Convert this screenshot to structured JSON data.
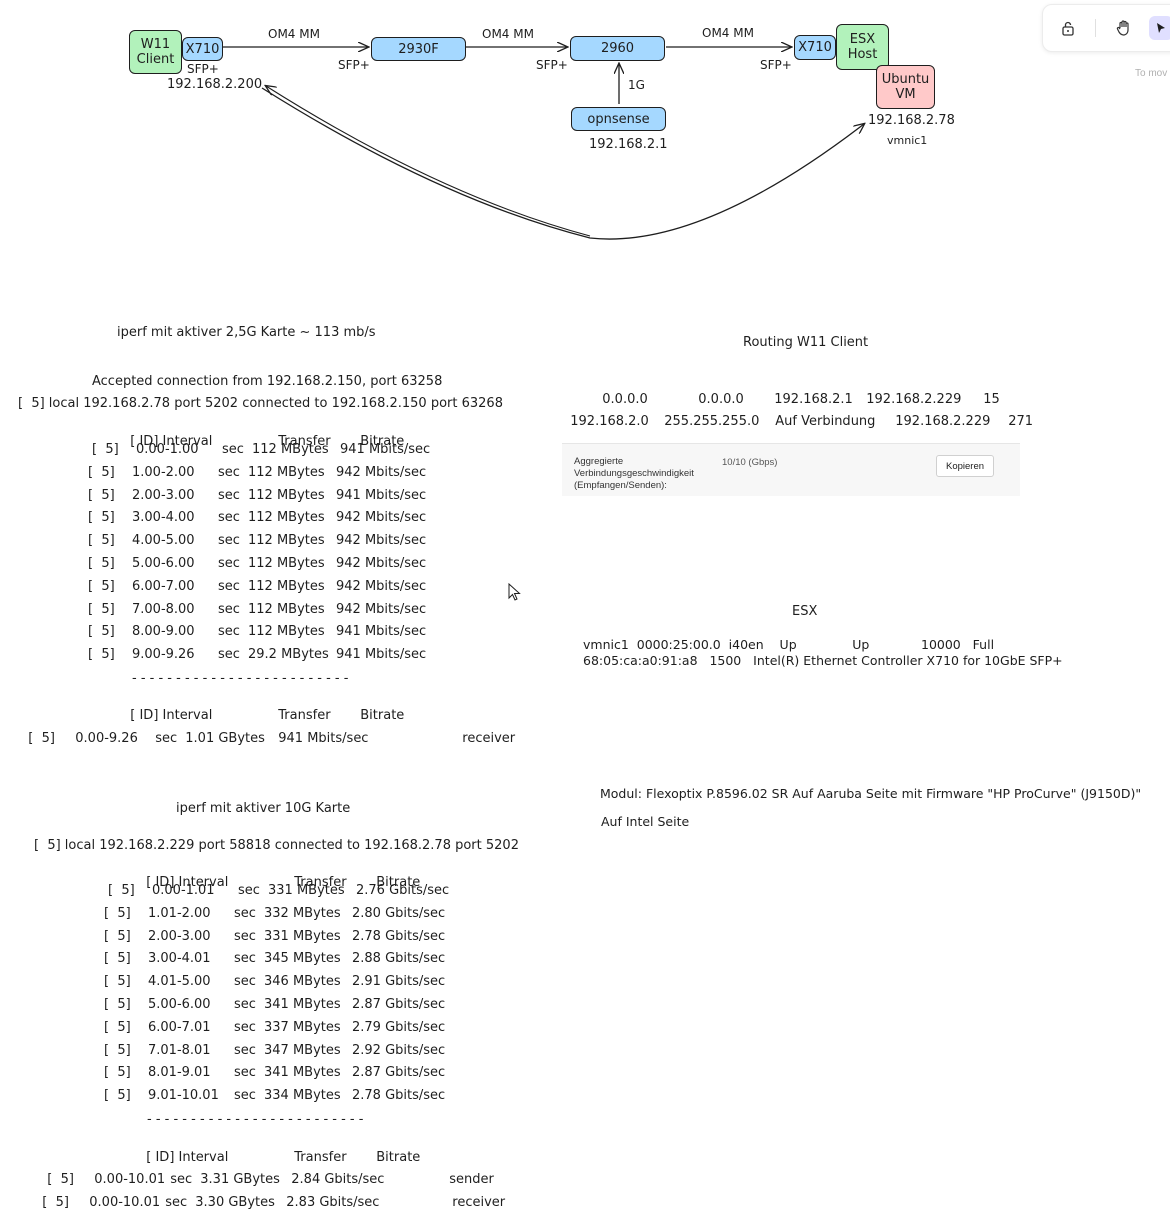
{
  "toolbar": {
    "lock_icon": "lock-open-icon",
    "hand_icon": "hand-icon",
    "select_icon": "pointer-icon",
    "hint": "To mov"
  },
  "colors": {
    "client_fill": "#b2f2bb",
    "switch_fill": "#a5d8ff",
    "vm_fill": "#ffc9c9",
    "stroke": "#1e1e1e"
  },
  "diagram": {
    "nodes": {
      "w11_client": "W11\nClient",
      "x710_left": "X710",
      "sw_2930f": "2930F",
      "sw_2960": "2960",
      "opnsense": "opnsense",
      "x710_right": "X710",
      "esx_host": "ESX\nHost",
      "ubuntu_vm": "Ubuntu\nVM"
    },
    "labels": {
      "om4_1": "OM4 MM",
      "om4_2": "OM4 MM",
      "om4_3": "OM4 MM",
      "sfp_1": "SFP+",
      "sfp_2": "SFP+",
      "sfp_3": "SFP+",
      "sfp_4": "SFP+",
      "uplink_1g": "1G",
      "ip_client": "192.168.2.200",
      "ip_opnsense": "192.168.2.1",
      "ip_vm": "192.168.2.78",
      "vmnic": "vmnic1"
    }
  },
  "iperf25": {
    "title": "iperf mit aktiver 2,5G Karte ~ 113 mb/s",
    "accepted": "Accepted connection from 192.168.2.150, port 63258",
    "local": "[  5] local 192.168.2.78 port 5202 connected to 192.168.2.150 port 63268",
    "header": {
      "id": "[ ID] Interval",
      "transfer": "Transfer",
      "bitrate": "Bitrate"
    },
    "rows": [
      {
        "id": "[  5]",
        "interval": "0.00-1.00",
        "unit": "sec",
        "transfer": "112 MBytes",
        "bitrate": "941 Mbits/sec"
      },
      {
        "id": "[  5]",
        "interval": "1.00-2.00",
        "unit": "sec",
        "transfer": "112 MBytes",
        "bitrate": "942 Mbits/sec"
      },
      {
        "id": "[  5]",
        "interval": "2.00-3.00",
        "unit": "sec",
        "transfer": "112 MBytes",
        "bitrate": "941 Mbits/sec"
      },
      {
        "id": "[  5]",
        "interval": "3.00-4.00",
        "unit": "sec",
        "transfer": "112 MBytes",
        "bitrate": "942 Mbits/sec"
      },
      {
        "id": "[  5]",
        "interval": "4.00-5.00",
        "unit": "sec",
        "transfer": "112 MBytes",
        "bitrate": "942 Mbits/sec"
      },
      {
        "id": "[  5]",
        "interval": "5.00-6.00",
        "unit": "sec",
        "transfer": "112 MBytes",
        "bitrate": "942 Mbits/sec"
      },
      {
        "id": "[  5]",
        "interval": "6.00-7.00",
        "unit": "sec",
        "transfer": "112 MBytes",
        "bitrate": "942 Mbits/sec"
      },
      {
        "id": "[  5]",
        "interval": "7.00-8.00",
        "unit": "sec",
        "transfer": "112 MBytes",
        "bitrate": "942 Mbits/sec"
      },
      {
        "id": "[  5]",
        "interval": "8.00-9.00",
        "unit": "sec",
        "transfer": "112 MBytes",
        "bitrate": "941 Mbits/sec"
      },
      {
        "id": "[  5]",
        "interval": "9.00-9.26",
        "unit": "sec",
        "transfer": "29.2 MBytes",
        "bitrate": "941 Mbits/sec"
      }
    ],
    "separator": "- - - - - - - - - - - - - - - - - - - - - - - - -",
    "header2": {
      "id": "[ ID] Interval",
      "transfer": "Transfer",
      "bitrate": "Bitrate"
    },
    "summary": {
      "id": "[  5]",
      "interval": "0.00-9.26",
      "unit": "sec",
      "transfer": "1.01 GBytes",
      "bitrate": "941 Mbits/sec",
      "role": "receiver"
    }
  },
  "routing": {
    "title": "Routing W11 Client",
    "rows": [
      {
        "dest": "0.0.0.0",
        "mask": "0.0.0.0",
        "gw": "192.168.2.1",
        "iface": "192.168.2.229",
        "metric": "15"
      },
      {
        "dest": "192.168.2.0",
        "mask": "255.255.255.0",
        "gw": "Auf Verbindung",
        "iface": "192.168.2.229",
        "metric": "271"
      }
    ]
  },
  "speed_panel": {
    "label": "Aggregierte\nVerbindungsgeschwindigkeit\n(Empfangen/Senden):",
    "value": "10/10 (Gbps)",
    "button": "Kopieren"
  },
  "esx": {
    "title": "ESX",
    "line1": "vmnic1  0000:25:00.0  i40en    Up              Up             10000   Full",
    "line2": "68:05:ca:a0:91:a8   1500   Intel(R) Ethernet Controller X710 for 10GbE SFP+"
  },
  "modul": {
    "line1": "Modul: Flexoptix P.8596.02 SR Auf Aaruba Seite mit Firmware \"HP ProCurve\" (J9150D)\"",
    "line2": "Auf Intel Seite"
  },
  "iperf10": {
    "title": "iperf mit aktiver 10G Karte",
    "local": "[  5] local 192.168.2.229 port 58818 connected to 192.168.2.78 port 5202",
    "header": {
      "id": "[ ID] Interval",
      "transfer": "Transfer",
      "bitrate": "Bitrate"
    },
    "rows": [
      {
        "id": "[  5]",
        "interval": "0.00-1.01",
        "unit": "sec",
        "transfer": "331 MBytes",
        "bitrate": "2.76 Gbits/sec"
      },
      {
        "id": "[  5]",
        "interval": "1.01-2.00",
        "unit": "sec",
        "transfer": "332 MBytes",
        "bitrate": "2.80 Gbits/sec"
      },
      {
        "id": "[  5]",
        "interval": "2.00-3.00",
        "unit": "sec",
        "transfer": "331 MBytes",
        "bitrate": "2.78 Gbits/sec"
      },
      {
        "id": "[  5]",
        "interval": "3.00-4.01",
        "unit": "sec",
        "transfer": "345 MBytes",
        "bitrate": "2.88 Gbits/sec"
      },
      {
        "id": "[  5]",
        "interval": "4.01-5.00",
        "unit": "sec",
        "transfer": "346 MBytes",
        "bitrate": "2.91 Gbits/sec"
      },
      {
        "id": "[  5]",
        "interval": "5.00-6.00",
        "unit": "sec",
        "transfer": "341 MBytes",
        "bitrate": "2.87 Gbits/sec"
      },
      {
        "id": "[  5]",
        "interval": "6.00-7.01",
        "unit": "sec",
        "transfer": "337 MBytes",
        "bitrate": "2.79 Gbits/sec"
      },
      {
        "id": "[  5]",
        "interval": "7.01-8.01",
        "unit": "sec",
        "transfer": "347 MBytes",
        "bitrate": "2.92 Gbits/sec"
      },
      {
        "id": "[  5]",
        "interval": "8.01-9.01",
        "unit": "sec",
        "transfer": "341 MBytes",
        "bitrate": "2.87 Gbits/sec"
      },
      {
        "id": "[  5]",
        "interval": "9.01-10.01",
        "unit": "sec",
        "transfer": "334 MBytes",
        "bitrate": "2.78 Gbits/sec"
      }
    ],
    "separator": "- - - - - - - - - - - - - - - - - - - - - - - - -",
    "header2": {
      "id": "[ ID] Interval",
      "transfer": "Transfer",
      "bitrate": "Bitrate"
    },
    "summary": [
      {
        "id": "[  5]",
        "interval": "0.00-10.01",
        "unit": "sec",
        "transfer": "3.31 GBytes",
        "bitrate": "2.84 Gbits/sec",
        "role": "sender"
      },
      {
        "id": "[  5]",
        "interval": "0.00-10.01",
        "unit": "sec",
        "transfer": "3.30 GBytes",
        "bitrate": "2.83 Gbits/sec",
        "role": "receiver"
      }
    ]
  }
}
